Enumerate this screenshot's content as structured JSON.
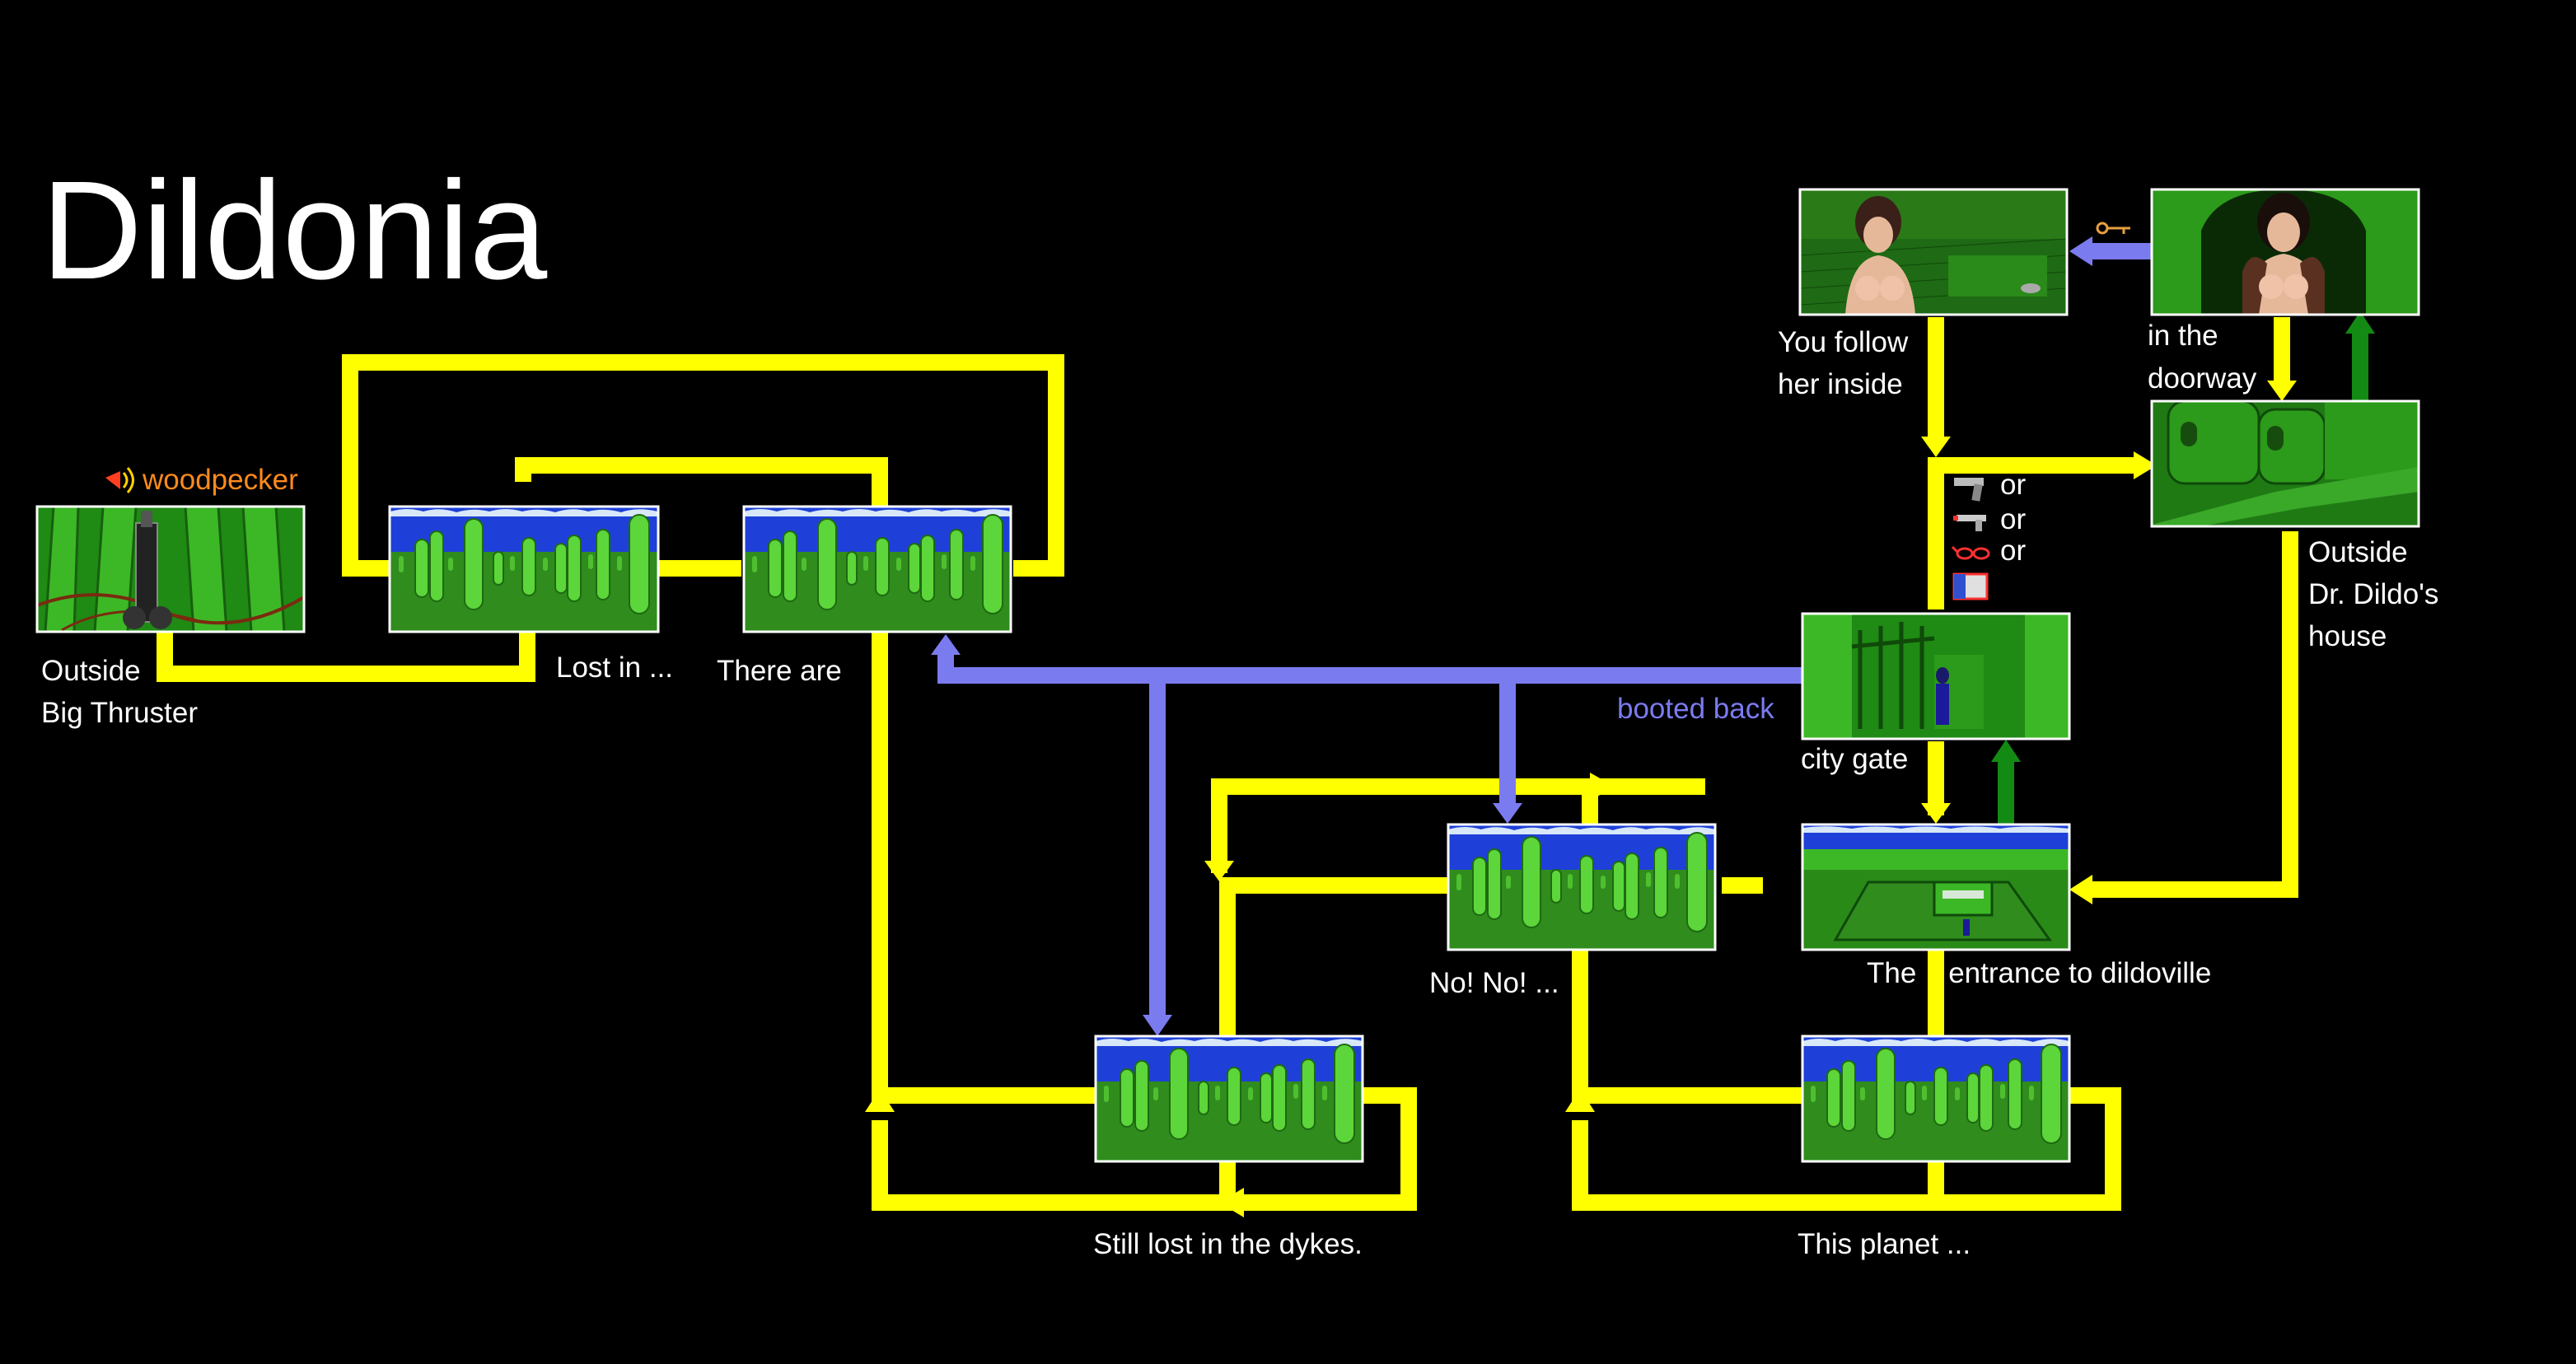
{
  "title": "Dildonia",
  "colors": {
    "background": "#000000",
    "path": "#ffff00",
    "booted_path": "#7b7bf0",
    "return_path": "#138a13",
    "item_label": "#ff8a1c",
    "text": "#ffffff"
  },
  "items": {
    "woodpecker": "woodpecker",
    "or_1": "or",
    "or_2": "or",
    "or_3": "or"
  },
  "labels": {
    "big_thruster": [
      "Outside",
      "Big Thruster"
    ],
    "lost_in": "Lost in ...",
    "there_are": "There are",
    "still_lost": "Still lost in the dykes.",
    "no_no": "No! No! ...",
    "this_planet": "This planet ...",
    "entrance": "The    entrance to dildoville",
    "city_gate": "city gate",
    "booted_back": "booted back",
    "follow_inside": [
      "You follow",
      "her inside"
    ],
    "doorway": [
      "in the",
      "doorway"
    ],
    "outside_house": [
      "Outside",
      "Dr. Dildo's",
      "house"
    ]
  }
}
